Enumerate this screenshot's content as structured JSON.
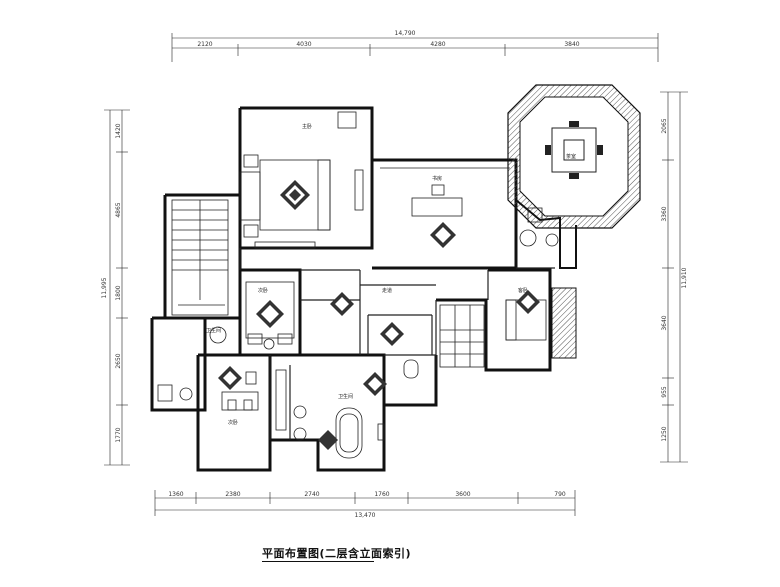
{
  "title": "平面布置图(二层含立面索引)",
  "dimensions": {
    "top_overall": "14,790",
    "top_segments": [
      "2120",
      "4030",
      "4280",
      "3840"
    ],
    "bottom_overall": "13,470",
    "bottom_segments": [
      "1360",
      "2380",
      "2740",
      "1760",
      "3600",
      "790"
    ],
    "left_overall": "11,995",
    "left_segments": [
      "1420",
      "4865",
      "1800",
      "2650",
      "1770"
    ],
    "right_overall": "11,910",
    "right_segments": [
      "2065",
      "3360",
      "3640",
      "955",
      "1250"
    ]
  },
  "room_labels": [
    "主卧",
    "书房",
    "茶室",
    "次卧",
    "次卧",
    "卫生间",
    "卫生间",
    "客卧",
    "走道"
  ],
  "colors": {
    "line": "#1a1a1a",
    "hatch": "#555555"
  }
}
